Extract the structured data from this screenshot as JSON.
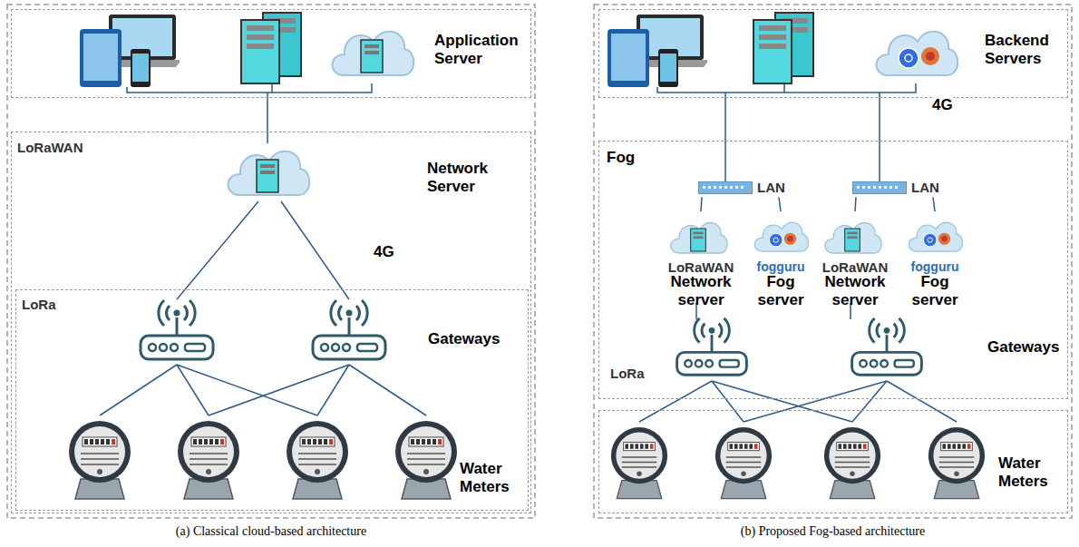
{
  "diagram": {
    "nodes": [
      {
        "text": [
          "Application Server"
        ]
      },
      {
        "text": [
          "LoRaWAN",
          "Network Server"
        ]
      },
      {
        "text": [
          "LoRa",
          "Gateways",
          "Water Meters"
        ],
        "in": 1
      },
      {
        "text": [
          "Backend Servers"
        ]
      },
      {
        "text": [
          "Fog",
          "LoRa",
          "Gateways"
        ]
      },
      {
        "text": [
          "LAN"
        ],
        "in": 4
      },
      {
        "text": [
          "LoRaWAN",
          "Network server"
        ],
        "in": 4
      },
      {
        "text": [
          "fogguru",
          "Fog server"
        ],
        "in": 4
      },
      {
        "text": [
          "LAN"
        ],
        "in": 4
      },
      {
        "text": [
          "LoRaWAN",
          "Network server"
        ],
        "in": 4
      },
      {
        "text": [
          "fogguru",
          "Fog server"
        ],
        "in": 4
      },
      {
        "text": [
          "Water Meters"
        ]
      }
    ],
    "edges": [
      {
        "from": 5,
        "to": 6,
        "arrow": "none"
      },
      {
        "from": 5,
        "to": 7,
        "arrow": "none"
      },
      {
        "from": 8,
        "to": 9,
        "arrow": "none"
      },
      {
        "from": 8,
        "to": 10,
        "arrow": "none"
      }
    ],
    "labels": [
      "4G",
      "4G",
      "(a) Classical cloud-based architecture",
      "(b) Proposed Fog-based architecture"
    ]
  }
}
